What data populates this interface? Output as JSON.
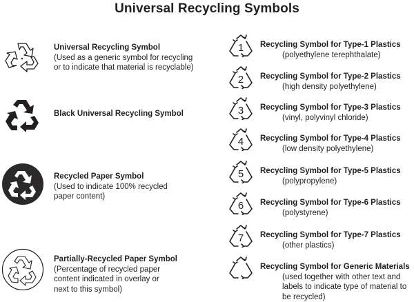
{
  "page": {
    "title": "Universal Recycling Symbols"
  },
  "left_items": [
    {
      "icon": "universal-recycling-outline-icon",
      "heading": "Universal Recycling Symbol",
      "desc_lines": [
        "(Used as a generic symbol for recycling",
        "or to indicate that material is recyclable)"
      ]
    },
    {
      "icon": "black-universal-recycling-icon",
      "heading": "Black Universal Recycling Symbol",
      "desc_lines": []
    },
    {
      "icon": "recycled-paper-icon",
      "heading": "Recycled Paper Symbol",
      "desc_lines": [
        "(Used to indicate 100% recycled",
        "paper content)"
      ]
    },
    {
      "icon": "partially-recycled-paper-icon",
      "heading": "Partially-Recycled Paper Symbol",
      "desc_lines": [
        "(Percentage of recycled paper",
        "content indicated in overlay or",
        "next to this symbol)"
      ]
    }
  ],
  "right_items": [
    {
      "number": "1",
      "heading": "Recycling Symbol for Type-1 Plastics",
      "desc_lines": [
        "(polyethylene terephthalate)"
      ]
    },
    {
      "number": "2",
      "heading": "Recycling Symbol for Type-2 Plastics",
      "desc_lines": [
        "(high density polyethylene)"
      ]
    },
    {
      "number": "3",
      "heading": "Recycling Symbol for Type-3 Plastics",
      "desc_lines": [
        "(vinyl, polyvinyl chloride)"
      ]
    },
    {
      "number": "4",
      "heading": "Recycling Symbol for Type-4 Plastics",
      "desc_lines": [
        "(low density polyethylene)"
      ]
    },
    {
      "number": "5",
      "heading": "Recycling Symbol for Type-5 Plastics",
      "desc_lines": [
        "(polypropylene)"
      ]
    },
    {
      "number": "6",
      "heading": "Recycling Symbol for Type-6 Plastics",
      "desc_lines": [
        "(polystyrene)"
      ]
    },
    {
      "number": "7",
      "heading": "Recycling Symbol for Type-7 Plastics",
      "desc_lines": [
        "(other plastics)"
      ]
    },
    {
      "number": "",
      "heading": "Recycling Symbol for Generic Materials",
      "desc_lines": [
        "(used together with other text and",
        "labels to indicate type of material to",
        "be recycled)"
      ]
    }
  ],
  "colors": {
    "ink": "#231f20",
    "circle_fill": "#2b2929",
    "background": "#ffffff"
  }
}
